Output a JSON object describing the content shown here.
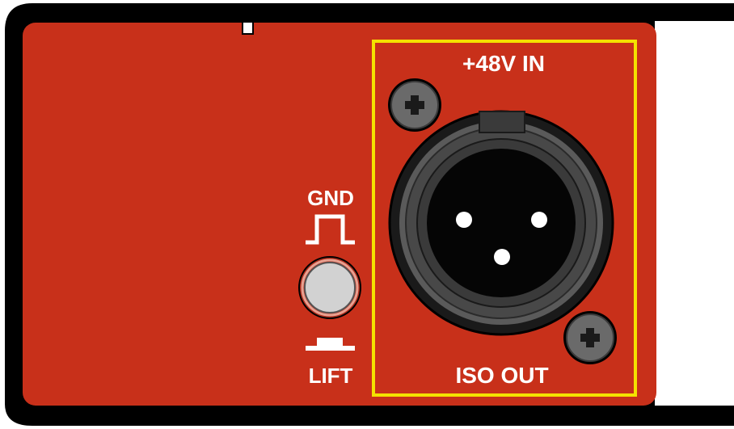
{
  "panel": {
    "body_color": "#c8301a",
    "outline_color": "#000000",
    "highlight_box_color": "#f4e100"
  },
  "labels": {
    "phantom_power": "+48V IN",
    "iso_out": "ISO OUT",
    "gnd": "GND",
    "lift": "LIFT"
  },
  "switch": {
    "name": "ground-lift-switch",
    "color": "#d2d2d2"
  },
  "connector": {
    "type": "XLR",
    "pins": 3
  }
}
